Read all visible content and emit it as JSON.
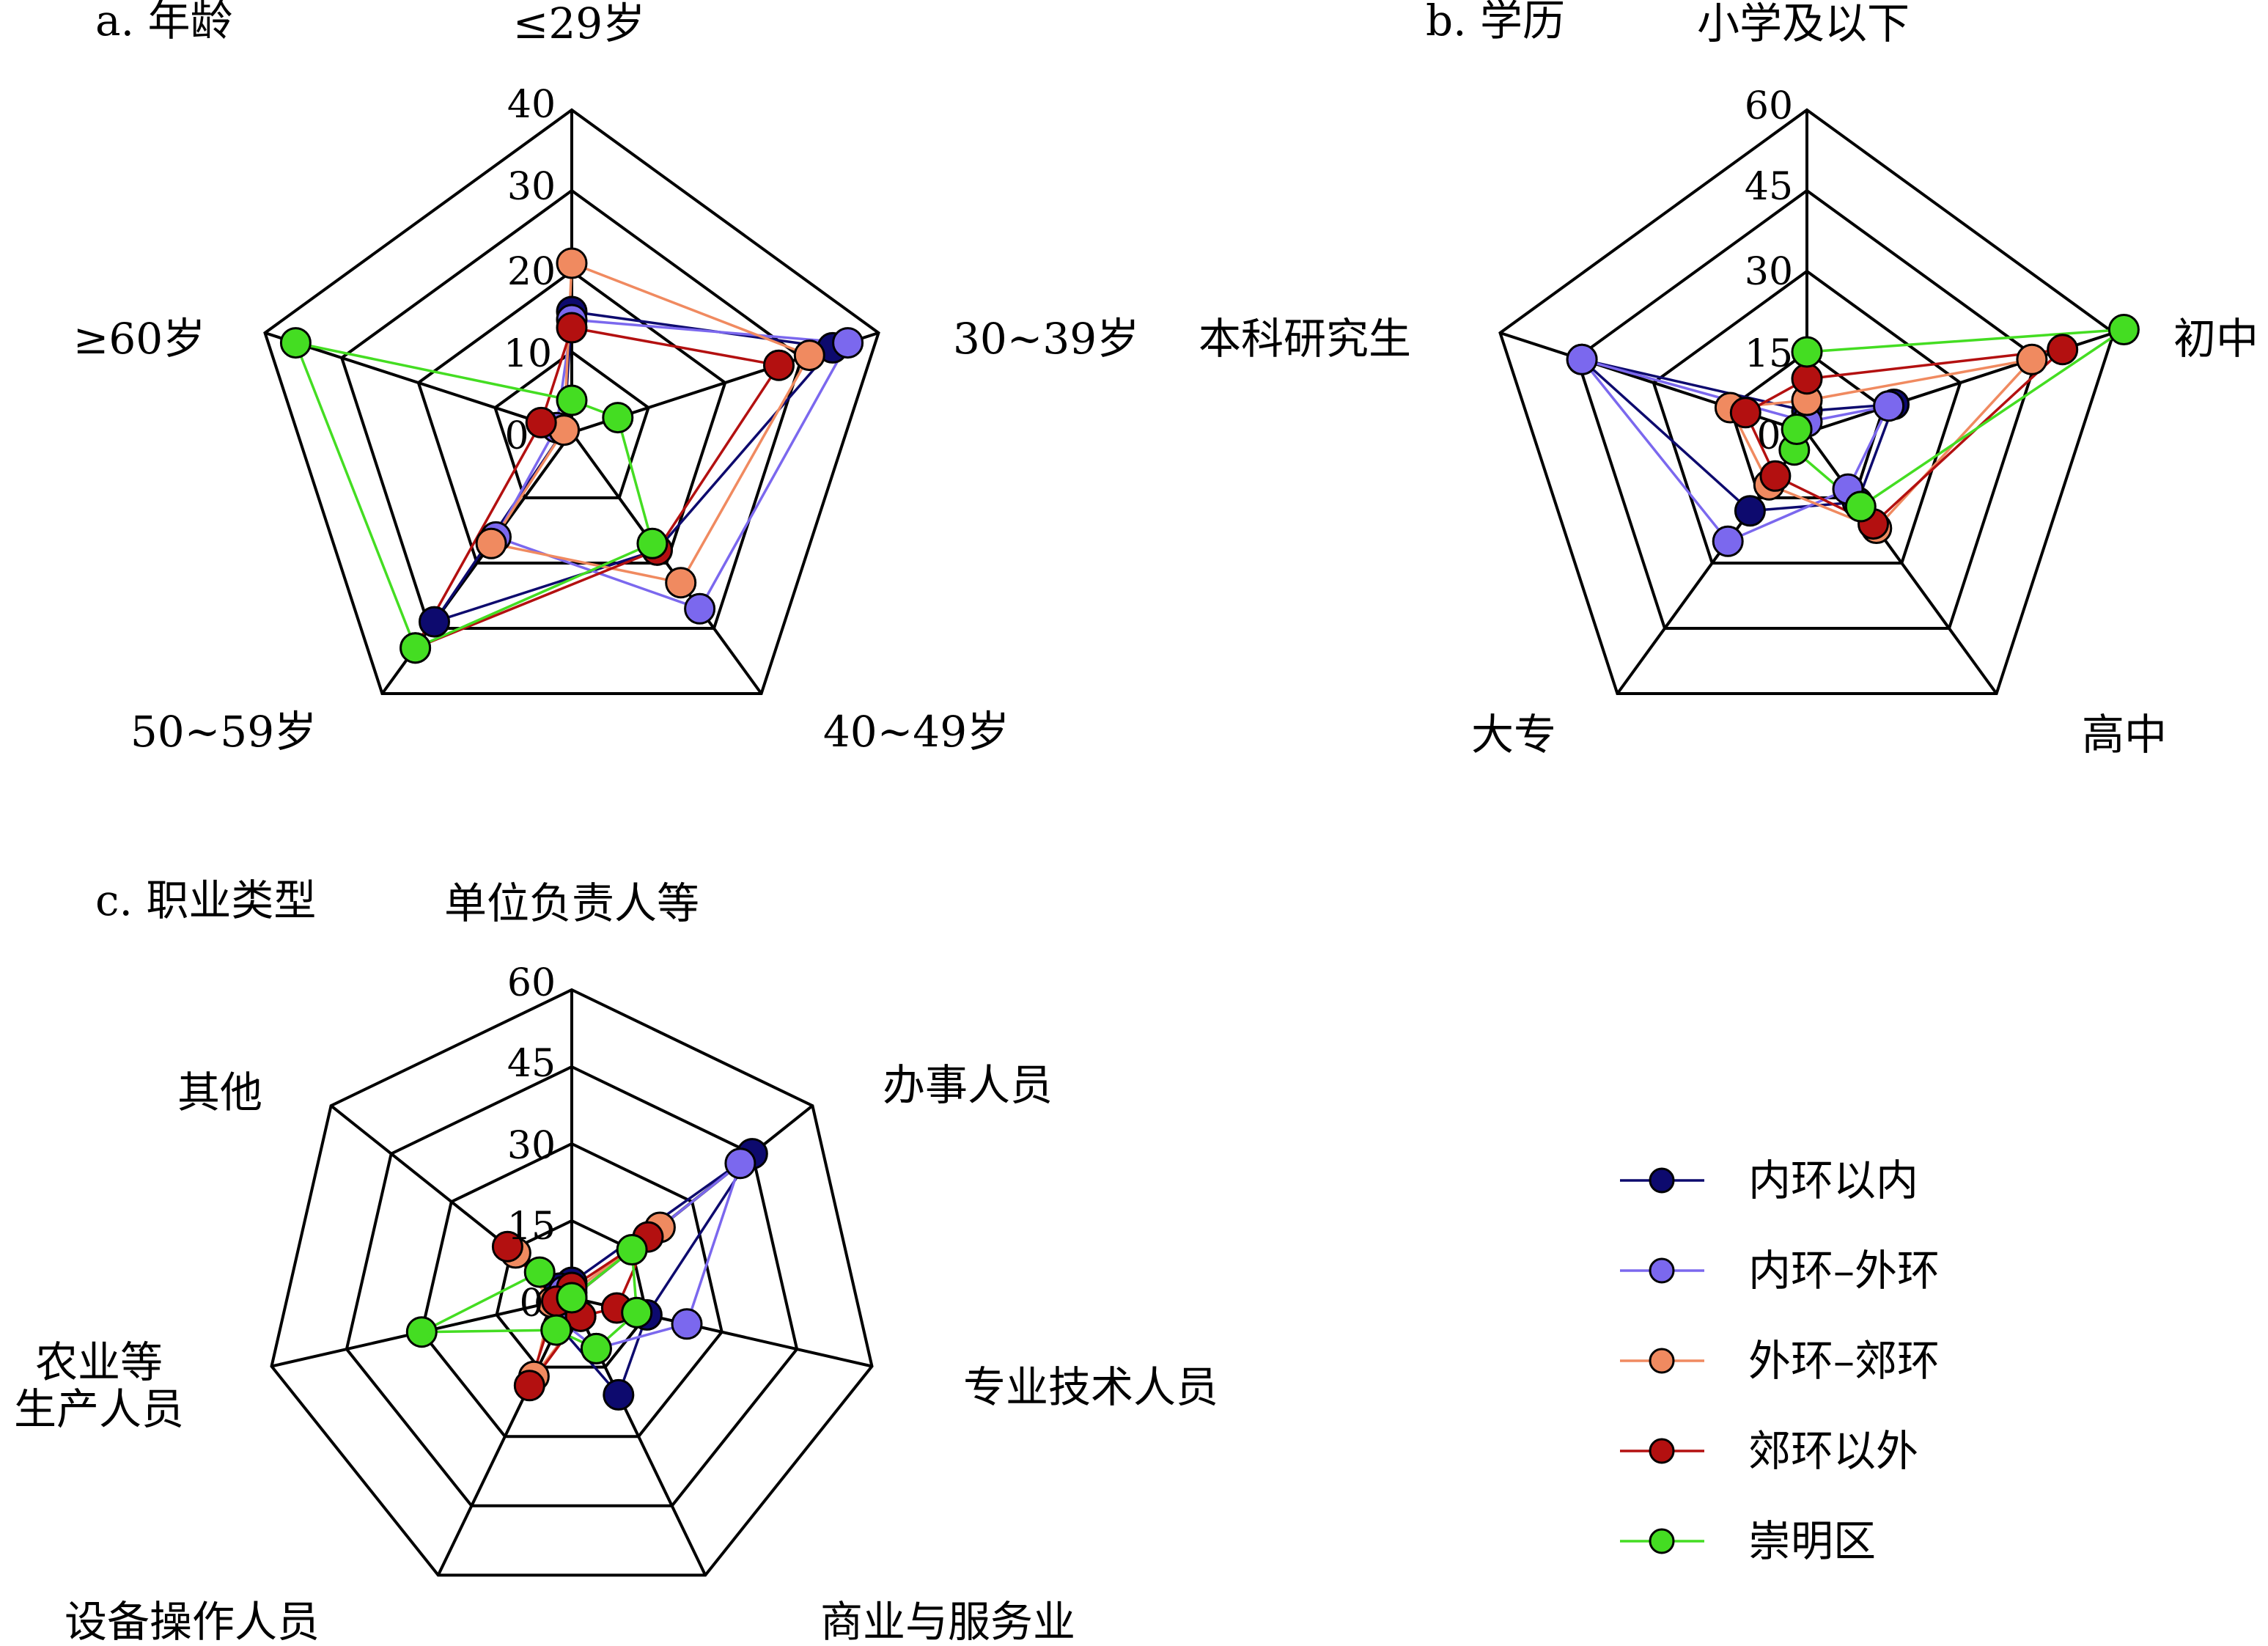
{
  "chart_data": [
    {
      "id": "a",
      "type": "radar",
      "title": "a. 年龄",
      "axes": [
        "≤29岁",
        "30~39岁",
        "40~49岁",
        "50~59岁",
        "≥60岁"
      ],
      "rmax": 40,
      "ticks": [
        0,
        10,
        20,
        30,
        40
      ],
      "series": [
        {
          "name": "内环以内",
          "values": [
            15,
            34,
            18,
            29,
            1
          ]
        },
        {
          "name": "内环–外环",
          "values": [
            14,
            36,
            27,
            16,
            2
          ]
        },
        {
          "name": "外环–郊环",
          "values": [
            21,
            31,
            23,
            17,
            1
          ]
        },
        {
          "name": "郊环以外",
          "values": [
            13,
            27,
            18,
            33,
            4
          ]
        },
        {
          "name": "崇明区",
          "values": [
            4,
            6,
            17,
            33,
            36
          ]
        }
      ]
    },
    {
      "id": "b",
      "type": "radar",
      "title": "b. 学历",
      "axes": [
        "小学及以下",
        "初中",
        "高中",
        "大专",
        "本科研究生"
      ],
      "rmax": 60,
      "ticks": [
        0,
        15,
        30,
        45
      ],
      "top_tick": 60,
      "series": [
        {
          "name": "内环以内",
          "values": [
            4,
            17,
            16,
            18,
            44
          ]
        },
        {
          "name": "内环–外环",
          "values": [
            2,
            16,
            13,
            25,
            44
          ]
        },
        {
          "name": "外环–郊环",
          "values": [
            6,
            44,
            22,
            12,
            15
          ]
        },
        {
          "name": "郊环以外",
          "values": [
            10,
            50,
            21,
            10,
            12
          ]
        },
        {
          "name": "崇明区",
          "values": [
            15,
            62,
            17,
            4,
            2
          ]
        }
      ]
    },
    {
      "id": "c",
      "type": "radar",
      "title": "c. 职业类型",
      "axes": [
        "单位负责人等",
        "办事人员",
        "专业技术人员",
        "商业与服务业",
        "设备操作人员",
        "农业等生产人员",
        "其他"
      ],
      "rmax": 60,
      "ticks": [
        0,
        15,
        30,
        45
      ],
      "top_tick": 60,
      "series": [
        {
          "name": "内环以内",
          "values": [
            3,
            45,
            15,
            21,
            6,
            2,
            3
          ]
        },
        {
          "name": "内环–外环",
          "values": [
            0,
            42,
            23,
            11,
            5,
            3,
            2
          ]
        },
        {
          "name": "外环–郊环",
          "values": [
            1,
            22,
            0,
            4,
            17,
            4,
            14
          ]
        },
        {
          "name": "郊环以外",
          "values": [
            2,
            19,
            9,
            4,
            19,
            3,
            16
          ]
        },
        {
          "name": "崇明区",
          "values": [
            0,
            15,
            13,
            11,
            7,
            30,
            8
          ]
        }
      ]
    }
  ],
  "legend": [
    {
      "name": "内环以内",
      "color": "#0d0a6e"
    },
    {
      "name": "内环–外环",
      "color": "#7b68ee"
    },
    {
      "name": "外环–郊环",
      "color": "#f08a60"
    },
    {
      "name": "郊环以外",
      "color": "#b31010"
    },
    {
      "name": "崇明区",
      "color": "#44dd22"
    }
  ]
}
